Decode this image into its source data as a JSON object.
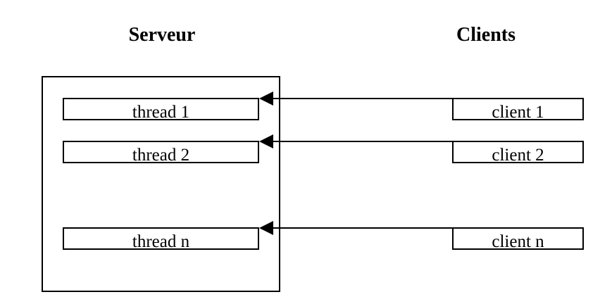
{
  "server": {
    "heading": "Serveur",
    "threads": [
      "thread 1",
      "thread 2",
      "thread n"
    ]
  },
  "clients": {
    "heading": "Clients",
    "items": [
      "client 1",
      "client 2",
      "client n"
    ]
  },
  "colors": {
    "stroke": "#000000",
    "background": "#ffffff"
  }
}
